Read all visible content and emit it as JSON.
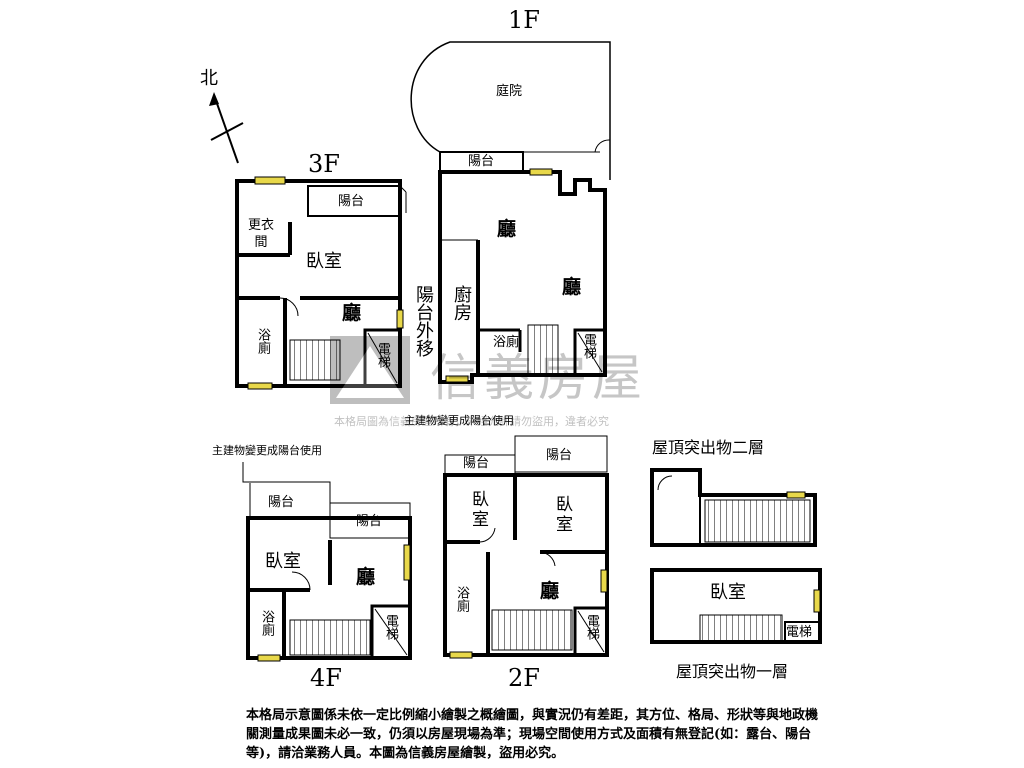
{
  "compass": {
    "north": "北"
  },
  "floor_1f": {
    "label": "1F",
    "courtyard": "庭院",
    "balcony": "陽台",
    "living_top": "廳",
    "living_main": "廳",
    "kitchen": "廚房",
    "bath": "浴廁",
    "elevator": "電梯"
  },
  "floor_3f": {
    "label": "3F",
    "balcony": "陽台",
    "closet": "更衣間",
    "bedroom": "臥室",
    "living": "廳",
    "bath": "浴廁",
    "elevator": "電梯",
    "side_note": "陽台外移"
  },
  "floor_4f": {
    "label": "4F",
    "note": "主建物變更成陽台使用",
    "balcony_left": "陽台",
    "balcony_right": "陽台",
    "bedroom": "臥室",
    "living": "廳",
    "bath": "浴廁",
    "elevator": "電梯"
  },
  "floor_2f": {
    "label": "2F",
    "note": "主建物變更成陽台使用",
    "balcony_left": "陽台",
    "balcony_right": "陽台",
    "bedroom_left": "臥室",
    "bedroom_right": "臥室",
    "living": "廳",
    "bath": "浴廁",
    "elevator": "電梯"
  },
  "roof_2": {
    "label": "屋頂突出物二層"
  },
  "roof_1": {
    "label": "屋頂突出物一層",
    "bedroom": "臥室",
    "elevator": "電梯"
  },
  "watermark": {
    "brand": "信義房屋",
    "text": "本格局圖為信義房屋所有，未經允許請勿盜用，違者必究"
  },
  "disclaimer": "本格局示意圖係未依一定比例縮小繪製之概繪圖，與實況仍有差距，其方位、格局、形狀等與地政機關測量成果圖未必一致，仍須以房屋現場為準；現場空間使用方式及面積有無登記(如：露台、陽台等)，請洽業務人員。本圖為信義房屋繪製，盜用必究。",
  "colors": {
    "wall": "#000000",
    "window": "#e8d84a",
    "background": "#ffffff"
  }
}
